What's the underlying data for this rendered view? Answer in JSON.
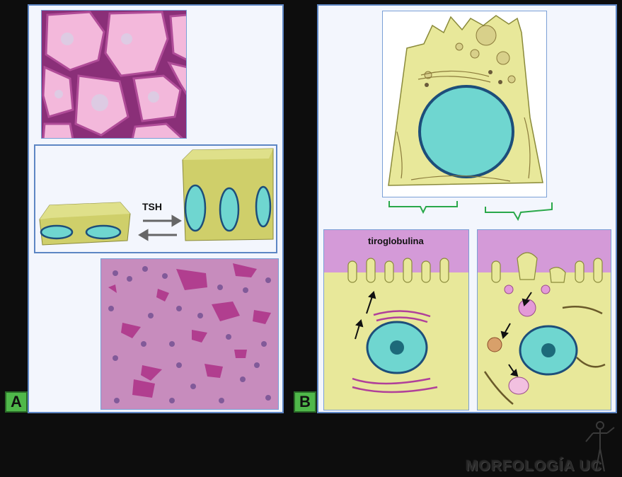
{
  "panel_a": {
    "badge": "A",
    "tsh_label": "TSH"
  },
  "panel_b": {
    "badge": "B",
    "tiroglobulina_label": "tiroglobulina"
  },
  "watermark": {
    "text": "MORFOLOGÍA UC"
  },
  "colors": {
    "background": "#0d0d0d",
    "panel_fill": "#f3f6fd",
    "panel_border": "#5d86c4",
    "colloid_pink": "#f2b8d8",
    "cell_yellow": "#e8e89a",
    "nucleus_cyan": "#6fd6d0",
    "badge_green": "#4fb84a",
    "bracket_green": "#2aa84a"
  }
}
